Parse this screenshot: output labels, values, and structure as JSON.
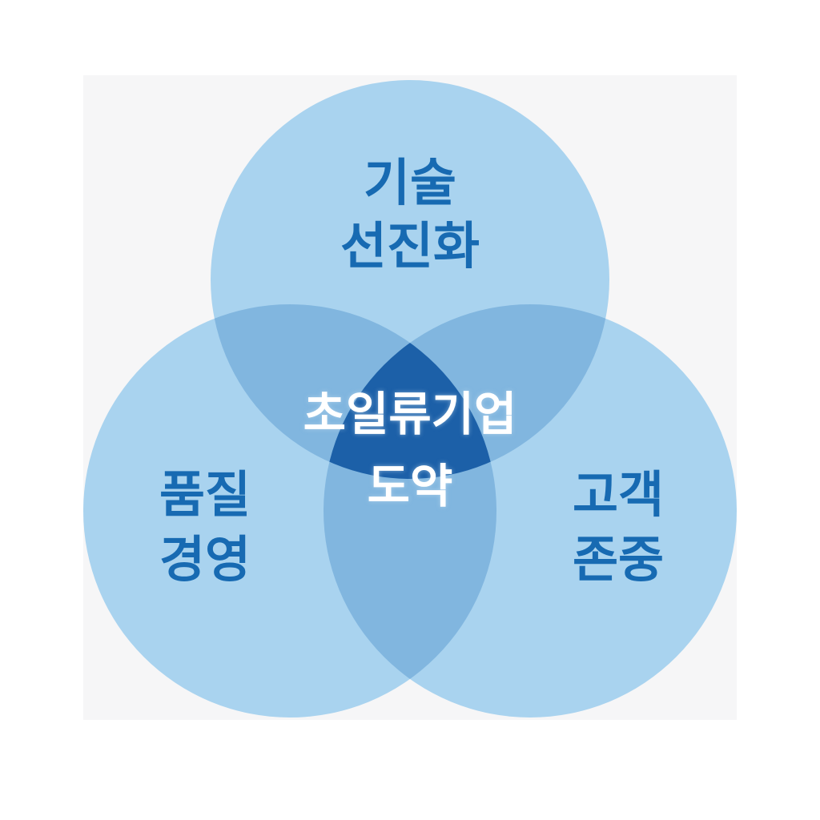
{
  "diagram": {
    "type": "venn",
    "colors": {
      "page_bg": "#ffffff",
      "panel_bg": "#f6f6f7",
      "circle_fill": "#a9d3ef",
      "overlap_fill": "#81b6df",
      "core_fill": "#1c60a8",
      "label_text": "#176ab2",
      "center_text": "#ffffff"
    },
    "circles": [
      {
        "id": "technology",
        "line1": "기술",
        "line2": "선진화"
      },
      {
        "id": "quality",
        "line1": "품질",
        "line2": "경영"
      },
      {
        "id": "customer",
        "line1": "고객",
        "line2": "존중"
      }
    ],
    "center": {
      "line1": "초일류기업",
      "line2": "도약"
    }
  }
}
